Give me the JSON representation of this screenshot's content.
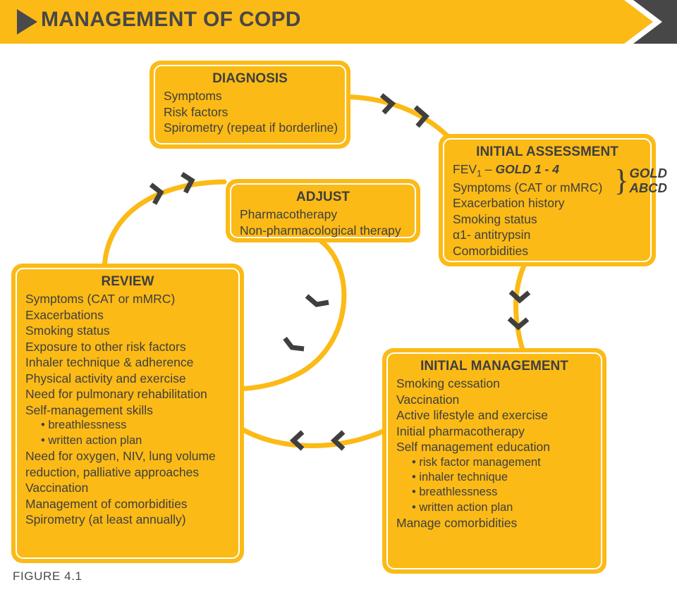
{
  "header": {
    "title": "MANAGEMENT OF COPD",
    "banner_color": "#FBBA16",
    "arrow_color": "#474747",
    "left_arrow_icon": "triangle-right-icon",
    "right_arrow_icon": "chevron-right-icon"
  },
  "theme": {
    "box_fill": "#FBBA16",
    "box_inner_border": "#FFFFFF",
    "connector_color": "#FBBA16",
    "chevron_color": "#3F3F3F",
    "text_color": "#3F3F3F",
    "page_background": "#FFFFFF"
  },
  "chart_data": {
    "type": "diagram",
    "title": "MANAGEMENT OF COPD",
    "diagram_kind": "cyclical-flowchart",
    "nodes": [
      "DIAGNOSIS",
      "INITIAL ASSESSMENT",
      "INITIAL MANAGEMENT",
      "REVIEW",
      "ADJUST"
    ],
    "edges": [
      {
        "from": "DIAGNOSIS",
        "to": "INITIAL ASSESSMENT",
        "style": "curved-chevron"
      },
      {
        "from": "INITIAL ASSESSMENT",
        "to": "INITIAL MANAGEMENT",
        "style": "curved-chevron"
      },
      {
        "from": "INITIAL MANAGEMENT",
        "to": "REVIEW",
        "style": "curved-chevron"
      },
      {
        "from": "REVIEW",
        "to": "ADJUST",
        "style": "curved-chevron"
      },
      {
        "from": "ADJUST",
        "to": "REVIEW",
        "style": "curved-chevron"
      }
    ]
  },
  "boxes": {
    "diagnosis": {
      "title": "DIAGNOSIS",
      "lines": [
        "Symptoms",
        "Risk factors",
        "Spirometry (repeat if borderline)"
      ]
    },
    "initial_assessment": {
      "title": "INITIAL ASSESSMENT",
      "fev_prefix": "FEV",
      "fev_sub": "1",
      "fev_dash": " – ",
      "fev_gold": "GOLD 1 - 4",
      "lines": [
        "Symptoms (CAT or mMRC)",
        "Exacerbation history",
        "Smoking status",
        "α1- antitrypsin",
        "Comorbidities"
      ],
      "brace_label_top": "GOLD",
      "brace_label_bottom": "ABCD",
      "brace_glyph": "}"
    },
    "adjust": {
      "title": "ADJUST",
      "lines": [
        "Pharmacotherapy",
        "Non-pharmacological therapy"
      ]
    },
    "review": {
      "title": "REVIEW",
      "lines": [
        {
          "text": "Symptoms (CAT or mMRC)",
          "bullet": false
        },
        {
          "text": "Exacerbations",
          "bullet": false
        },
        {
          "text": "Smoking status",
          "bullet": false
        },
        {
          "text": "Exposure to other risk factors",
          "bullet": false
        },
        {
          "text": "Inhaler technique & adherence",
          "bullet": false
        },
        {
          "text": "Physical activity and exercise",
          "bullet": false
        },
        {
          "text": "Need for pulmonary rehabilitation",
          "bullet": false
        },
        {
          "text": "Self-management skills",
          "bullet": false
        },
        {
          "text": "• breathlessness",
          "bullet": true
        },
        {
          "text": "• written action plan",
          "bullet": true
        },
        {
          "text": "Need for oxygen, NIV, lung volume reduction, palliative approaches",
          "bullet": false,
          "wrap": true
        },
        {
          "text": "Vaccination",
          "bullet": false
        },
        {
          "text": "Management of comorbidities",
          "bullet": false
        },
        {
          "text": "Spirometry (at least annually)",
          "bullet": false
        }
      ]
    },
    "initial_management": {
      "title": "INITIAL MANAGEMENT",
      "lines": [
        {
          "text": "Smoking cessation",
          "bullet": false
        },
        {
          "text": "Vaccination",
          "bullet": false
        },
        {
          "text": "Active lifestyle and exercise",
          "bullet": false
        },
        {
          "text": "Initial pharmacotherapy",
          "bullet": false
        },
        {
          "text": "Self management education",
          "bullet": false
        },
        {
          "text": "• risk factor management",
          "bullet": true
        },
        {
          "text": "• inhaler technique",
          "bullet": true
        },
        {
          "text": "• breathlessness",
          "bullet": true
        },
        {
          "text": "• written action plan",
          "bullet": true
        },
        {
          "text": "Manage comorbidities",
          "bullet": false
        }
      ]
    }
  },
  "caption": {
    "text": "FIGURE 4.1"
  }
}
